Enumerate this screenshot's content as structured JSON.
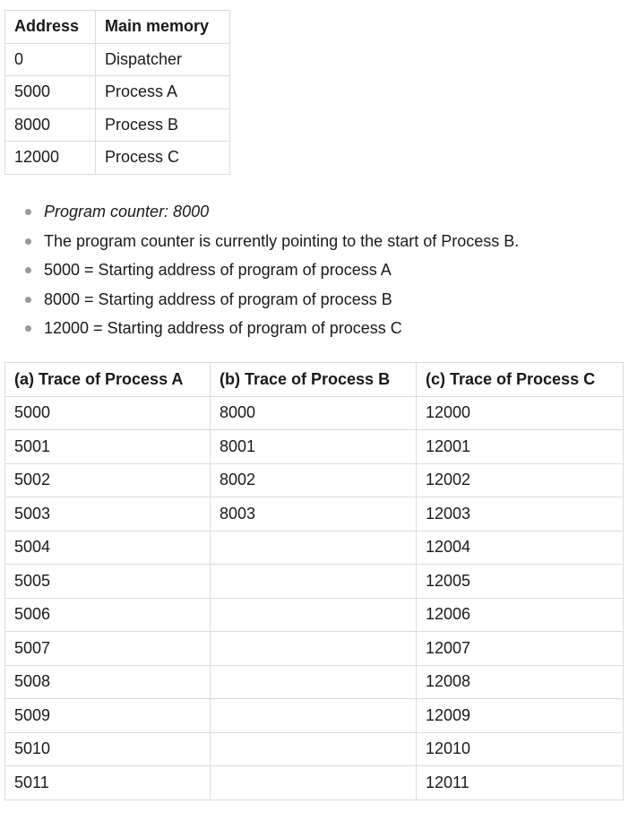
{
  "memory_table": {
    "headers": [
      "Address",
      "Main memory"
    ],
    "rows": [
      [
        "0",
        "Dispatcher"
      ],
      [
        "5000",
        "Process A"
      ],
      [
        "8000",
        "Process B"
      ],
      [
        "12000",
        "Process C"
      ]
    ]
  },
  "notes": [
    {
      "text": "Program counter: 8000",
      "italic": true
    },
    {
      "text": "The program counter is currently pointing to the start of Process B.",
      "italic": false
    },
    {
      "text": "5000 = Starting address of program of process A",
      "italic": false
    },
    {
      "text": "8000 = Starting address of program of process B",
      "italic": false
    },
    {
      "text": "12000 = Starting address of program of process C",
      "italic": false
    }
  ],
  "trace_table": {
    "headers": [
      "(a) Trace of Process A",
      "(b) Trace of Process B",
      "(c) Trace of Process C"
    ],
    "rows": [
      [
        "5000",
        "8000",
        "12000"
      ],
      [
        "5001",
        "8001",
        "12001"
      ],
      [
        "5002",
        "8002",
        "12002"
      ],
      [
        "5003",
        "8003",
        "12003"
      ],
      [
        "5004",
        "",
        "12004"
      ],
      [
        "5005",
        "",
        "12005"
      ],
      [
        "5006",
        "",
        "12006"
      ],
      [
        "5007",
        "",
        "12007"
      ],
      [
        "5008",
        "",
        "12008"
      ],
      [
        "5009",
        "",
        "12009"
      ],
      [
        "5010",
        "",
        "12010"
      ],
      [
        "5011",
        "",
        "12011"
      ]
    ]
  }
}
